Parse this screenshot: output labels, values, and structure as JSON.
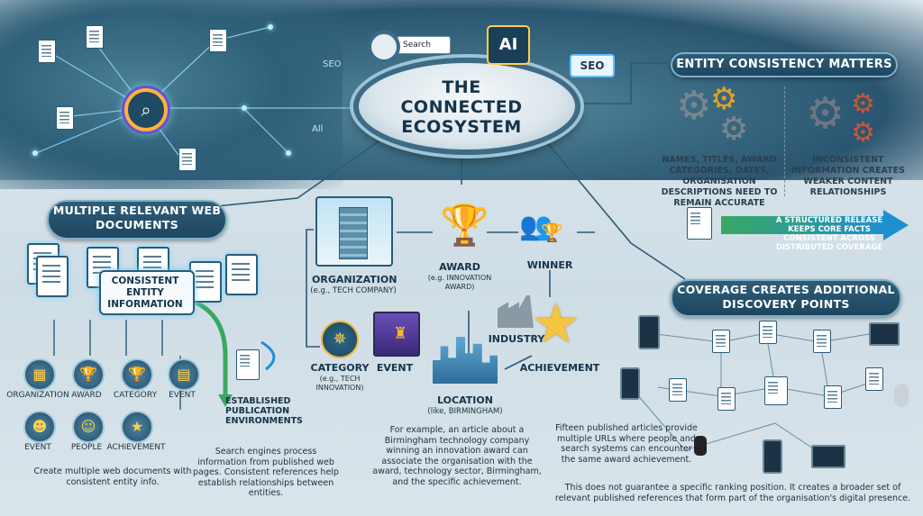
{
  "hub": {
    "title": "THE CONNECTED ECOSYSTEM",
    "search": "Search",
    "ai": "AI",
    "seo": "SEO",
    "seo2": "SEO",
    "all": "All"
  },
  "left": {
    "title": "MULTIPLE RELEVANT WEB DOCUMENTS",
    "consistent": "CONSISTENT ENTITY INFORMATION",
    "row1": [
      "ORGANIZATION",
      "AWARD",
      "CATEGORY",
      "EVENT"
    ],
    "row2": [
      "EVENT",
      "PEOPLE",
      "ACHIEVEMENT"
    ],
    "caption": "Create multiple web documents with consistent entity info."
  },
  "center": {
    "organization": "ORGANIZATION",
    "organization_eg": "(e.g., TECH COMPANY)",
    "award": "AWARD",
    "award_eg": "(e.g. INNOVATION AWARD)",
    "winner": "WINNER",
    "industry": "INDUSTRY",
    "achievement": "ACHIEVEMENT",
    "category": "CATEGORY",
    "category_eg": "(e.g., TECH INNOVATION)",
    "event": "EVENT",
    "location": "LOCATION",
    "location_eg": "(like, BIRMINGHAM)",
    "established": "ESTABLISHED PUBLICATION ENVIRONMENTS",
    "search_text": "Search engines process information from published web pages. Consistent references help establish relationships between entities.",
    "example_text": "For example, an article about a Birmingham technology company winning an innovation award can associate the organisation with the award, technology sector, Birmingham, and the specific achievement."
  },
  "right": {
    "consistency_title": "ENTITY CONSISTENCY MATTERS",
    "names_text": "NAMES, TITLES, AWARD CATEGORIES, DATES, ORGANISATION DESCRIPTIONS NEED TO REMAIN ACCURATE",
    "inconsistent_text": "INCONSISTENT INFORMATION CREATES WEAKER CONTENT RELATIONSHIPS",
    "release_text": "A STRUCTURED RELEASE KEEPS CORE FACTS CONSISTENT ACROSS DISTRIBUTED COVERAGE",
    "coverage_title": "COVERAGE CREATES ADDITIONAL DISCOVERY POINTS",
    "fifteen_text": "Fifteen published articles provide multiple URLs where people and search systems can encounter the same award achievement.",
    "disclaimer": "This does not guarantee a specific ranking position. It creates a broader set of relevant published references that form part of the organisation's digital presence."
  },
  "colors": {
    "accent": "#2f5d78",
    "arrow": "#1f8fd0",
    "green": "#3aa860",
    "gold": "#f2b632"
  }
}
